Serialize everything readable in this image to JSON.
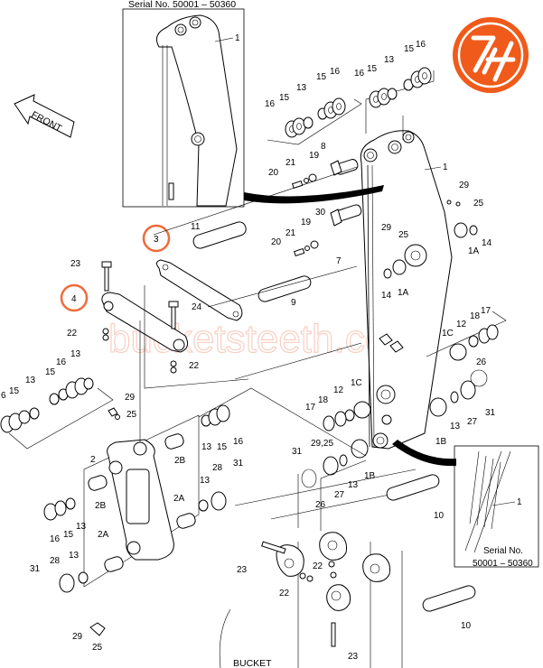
{
  "diagram": {
    "title": "Excavator arm, link and bucket pin parts diagram",
    "watermark": "bucketsteeth.com",
    "logo": {
      "text": "ZH",
      "color": "#f05a1a"
    },
    "front_arrow_label": "FRONT",
    "bucket_label": "BUCKET",
    "inset_top": {
      "serial_label": "Serial No. 50001 – 50360",
      "part_label": "1"
    },
    "inset_bottom": {
      "serial_line1": "Serial No.",
      "serial_line2": "50001 – 50360",
      "part_label": "1"
    },
    "highlighted_parts": [
      "3",
      "4"
    ],
    "highlight_color": "#f06a3a",
    "callouts": {
      "top_left_stack": [
        "16",
        "15",
        "13",
        "15",
        "16"
      ],
      "top_right_stack": [
        "16",
        "15",
        "13",
        "15",
        "16"
      ],
      "arm_top": [
        "8",
        "19",
        "21",
        "20",
        "1",
        "29",
        "25"
      ],
      "arm_mid": [
        "30",
        "19",
        "21",
        "20",
        "7",
        "29",
        "25",
        "14",
        "1A",
        "14",
        "1A"
      ],
      "links": [
        "11",
        "3",
        "23",
        "4",
        "24",
        "9",
        "22",
        "22"
      ],
      "left_stack": [
        "13",
        "16",
        "15",
        "13",
        "15",
        "6",
        "29",
        "25"
      ],
      "right_mid": [
        "1C",
        "12",
        "18",
        "17",
        "26",
        "27",
        "13",
        "31",
        "1B"
      ],
      "left_mid": [
        "17",
        "18",
        "12",
        "1C",
        "29,25",
        "31",
        "27",
        "26",
        "13",
        "1B"
      ],
      "link2": [
        "2",
        "2B",
        "2A",
        "2B",
        "2A",
        "13",
        "15",
        "16",
        "28",
        "31",
        "13",
        "16",
        "15",
        "13",
        "28",
        "31",
        "13",
        "29",
        "25"
      ],
      "bucket": [
        "10",
        "10",
        "23",
        "22",
        "22",
        "23"
      ]
    }
  }
}
